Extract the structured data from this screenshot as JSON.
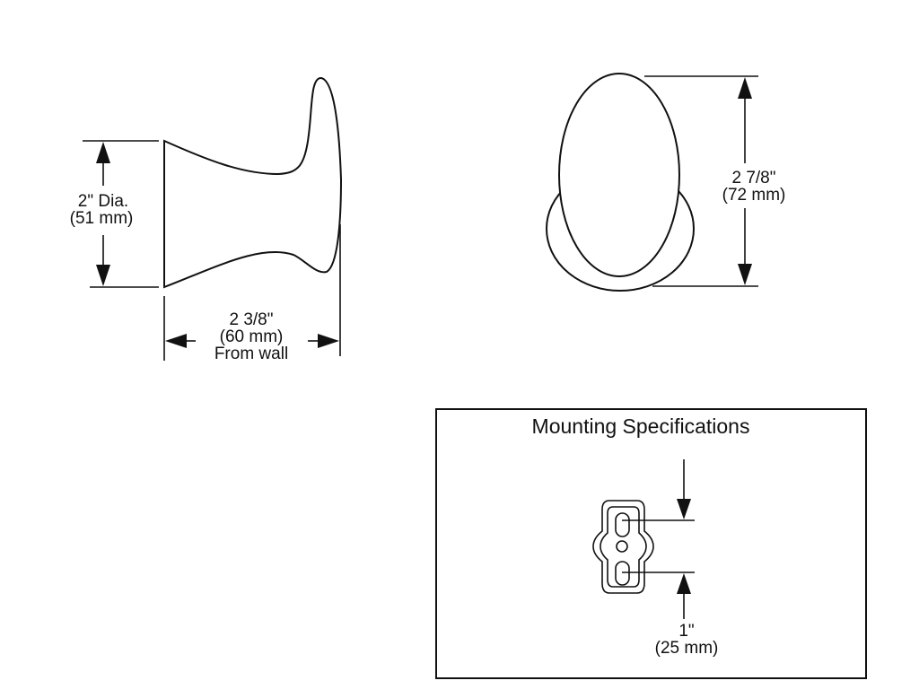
{
  "side_view": {
    "diameter": {
      "line1": "2\" Dia.",
      "line2": "(51 mm)"
    },
    "projection": {
      "line1": "2 3/8\"",
      "line2": "(60 mm)",
      "line3": "From wall"
    }
  },
  "front_view": {
    "height": {
      "line1": "2 7/8\"",
      "line2": "(72 mm)"
    }
  },
  "mounting": {
    "title": "Mounting Specifications",
    "spacing": {
      "line1": "1\"",
      "line2": "(25 mm)"
    }
  }
}
